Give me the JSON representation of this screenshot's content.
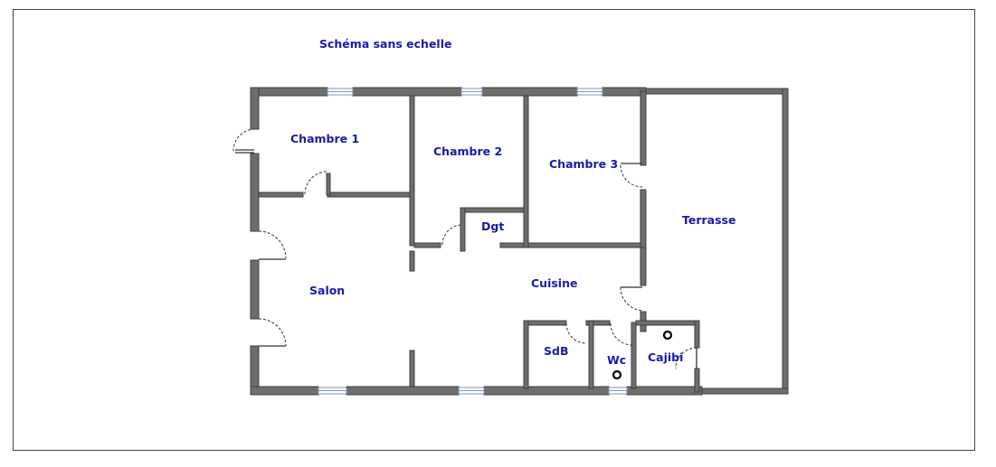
{
  "title": "Schéma sans echelle",
  "rooms": {
    "chambre1": "Chambre 1",
    "chambre2": "Chambre 2",
    "chambre3": "Chambre 3",
    "terrasse": "Terrasse",
    "dgt": "Dgt",
    "salon": "Salon",
    "cuisine": "Cuisine",
    "sdb": "SdB",
    "wc": "Wc",
    "cajibi": "Cajibi"
  },
  "colors": {
    "label_text": "#1a1aa6",
    "wall_fill": "#6e6e6e",
    "frame_border": "#444444",
    "window_frame": "#7f96b5"
  }
}
